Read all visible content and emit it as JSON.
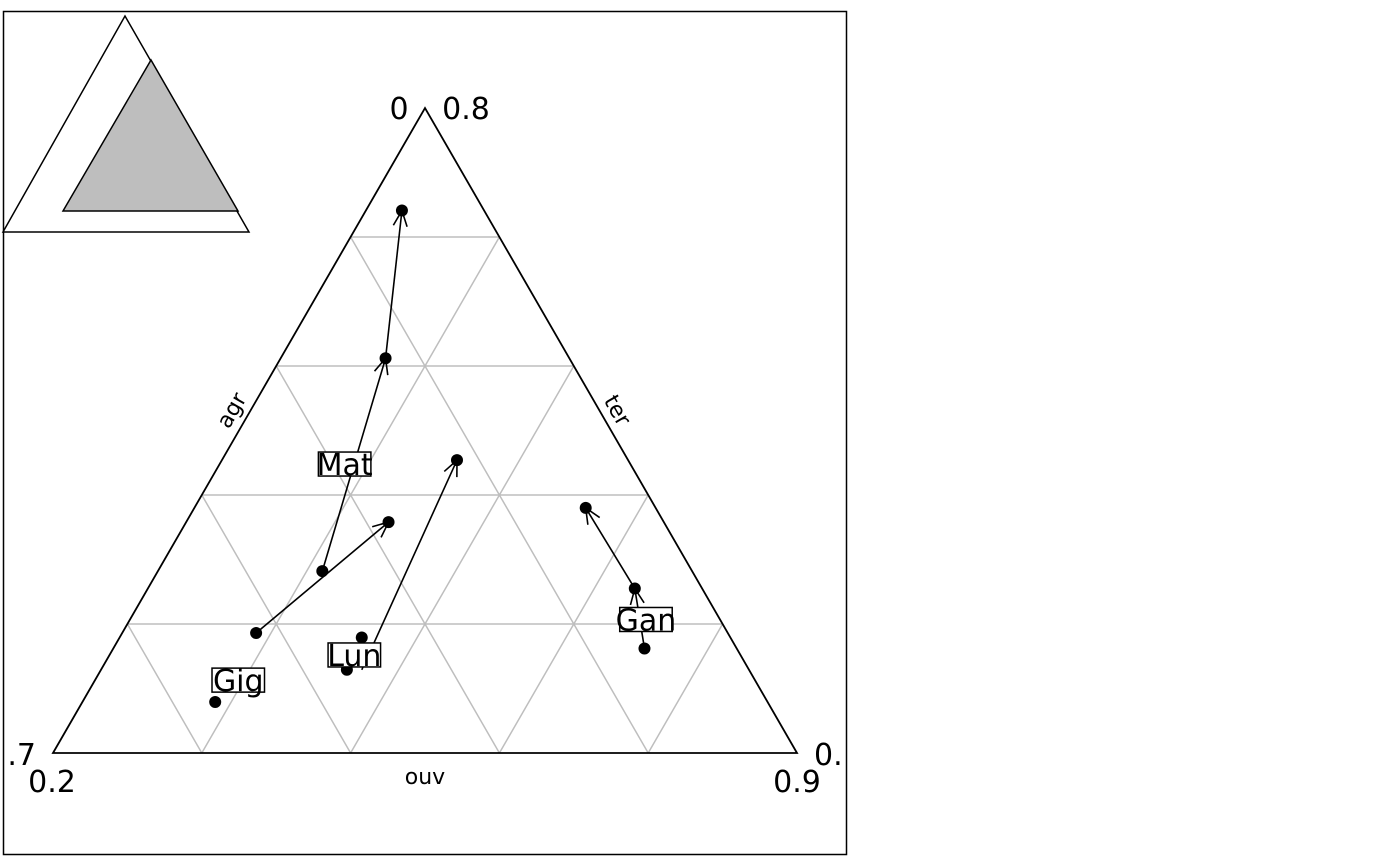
{
  "chart_data": {
    "type": "scatter",
    "subtype": "ternary-arrows",
    "axes": {
      "left": "agr",
      "right": "ter",
      "bottom": "ouv"
    },
    "corner_labels": {
      "top_left": "0",
      "top_right": "0.8",
      "bottom_left_upper": ".7",
      "bottom_left_lower": "0.2",
      "bottom_right_upper": "0.",
      "bottom_right_lower": "0.9"
    },
    "grid": true,
    "grid_color": "#bebebe",
    "inset_fill_color": "#bebebe",
    "point_labels": [
      "Mat",
      "Gig",
      "Lun",
      "Gan"
    ],
    "arrows": [
      {
        "from": {
          "x": 0.362,
          "y": 0.282
        },
        "to": {
          "x": 0.447,
          "y": 0.612
        }
      },
      {
        "from": {
          "x": 0.447,
          "y": 0.612
        },
        "to": {
          "x": 0.469,
          "y": 0.841
        }
      },
      {
        "from": {
          "x": 0.273,
          "y": 0.186
        },
        "to": {
          "x": 0.451,
          "y": 0.358
        }
      },
      {
        "from": {
          "x": 0.415,
          "y": 0.129
        },
        "to": {
          "x": 0.543,
          "y": 0.454
        }
      },
      {
        "from": {
          "x": 0.795,
          "y": 0.162
        },
        "to": {
          "x": 0.782,
          "y": 0.255
        }
      },
      {
        "from": {
          "x": 0.782,
          "y": 0.255
        },
        "to": {
          "x": 0.716,
          "y": 0.38
        }
      }
    ],
    "points": [
      {
        "x": 0.362,
        "y": 0.282
      },
      {
        "x": 0.447,
        "y": 0.612
      },
      {
        "x": 0.469,
        "y": 0.841
      },
      {
        "x": 0.218,
        "y": 0.079
      },
      {
        "x": 0.273,
        "y": 0.186
      },
      {
        "x": 0.451,
        "y": 0.358
      },
      {
        "x": 0.395,
        "y": 0.129
      },
      {
        "x": 0.415,
        "y": 0.179
      },
      {
        "x": 0.543,
        "y": 0.454
      },
      {
        "x": 0.795,
        "y": 0.162
      },
      {
        "x": 0.782,
        "y": 0.255
      },
      {
        "x": 0.716,
        "y": 0.38
      }
    ],
    "label_positions": [
      {
        "x": 0.392,
        "y": 0.448
      },
      {
        "x": 0.249,
        "y": 0.113
      },
      {
        "x": 0.405,
        "y": 0.152
      },
      {
        "x": 0.797,
        "y": 0.207
      }
    ]
  }
}
